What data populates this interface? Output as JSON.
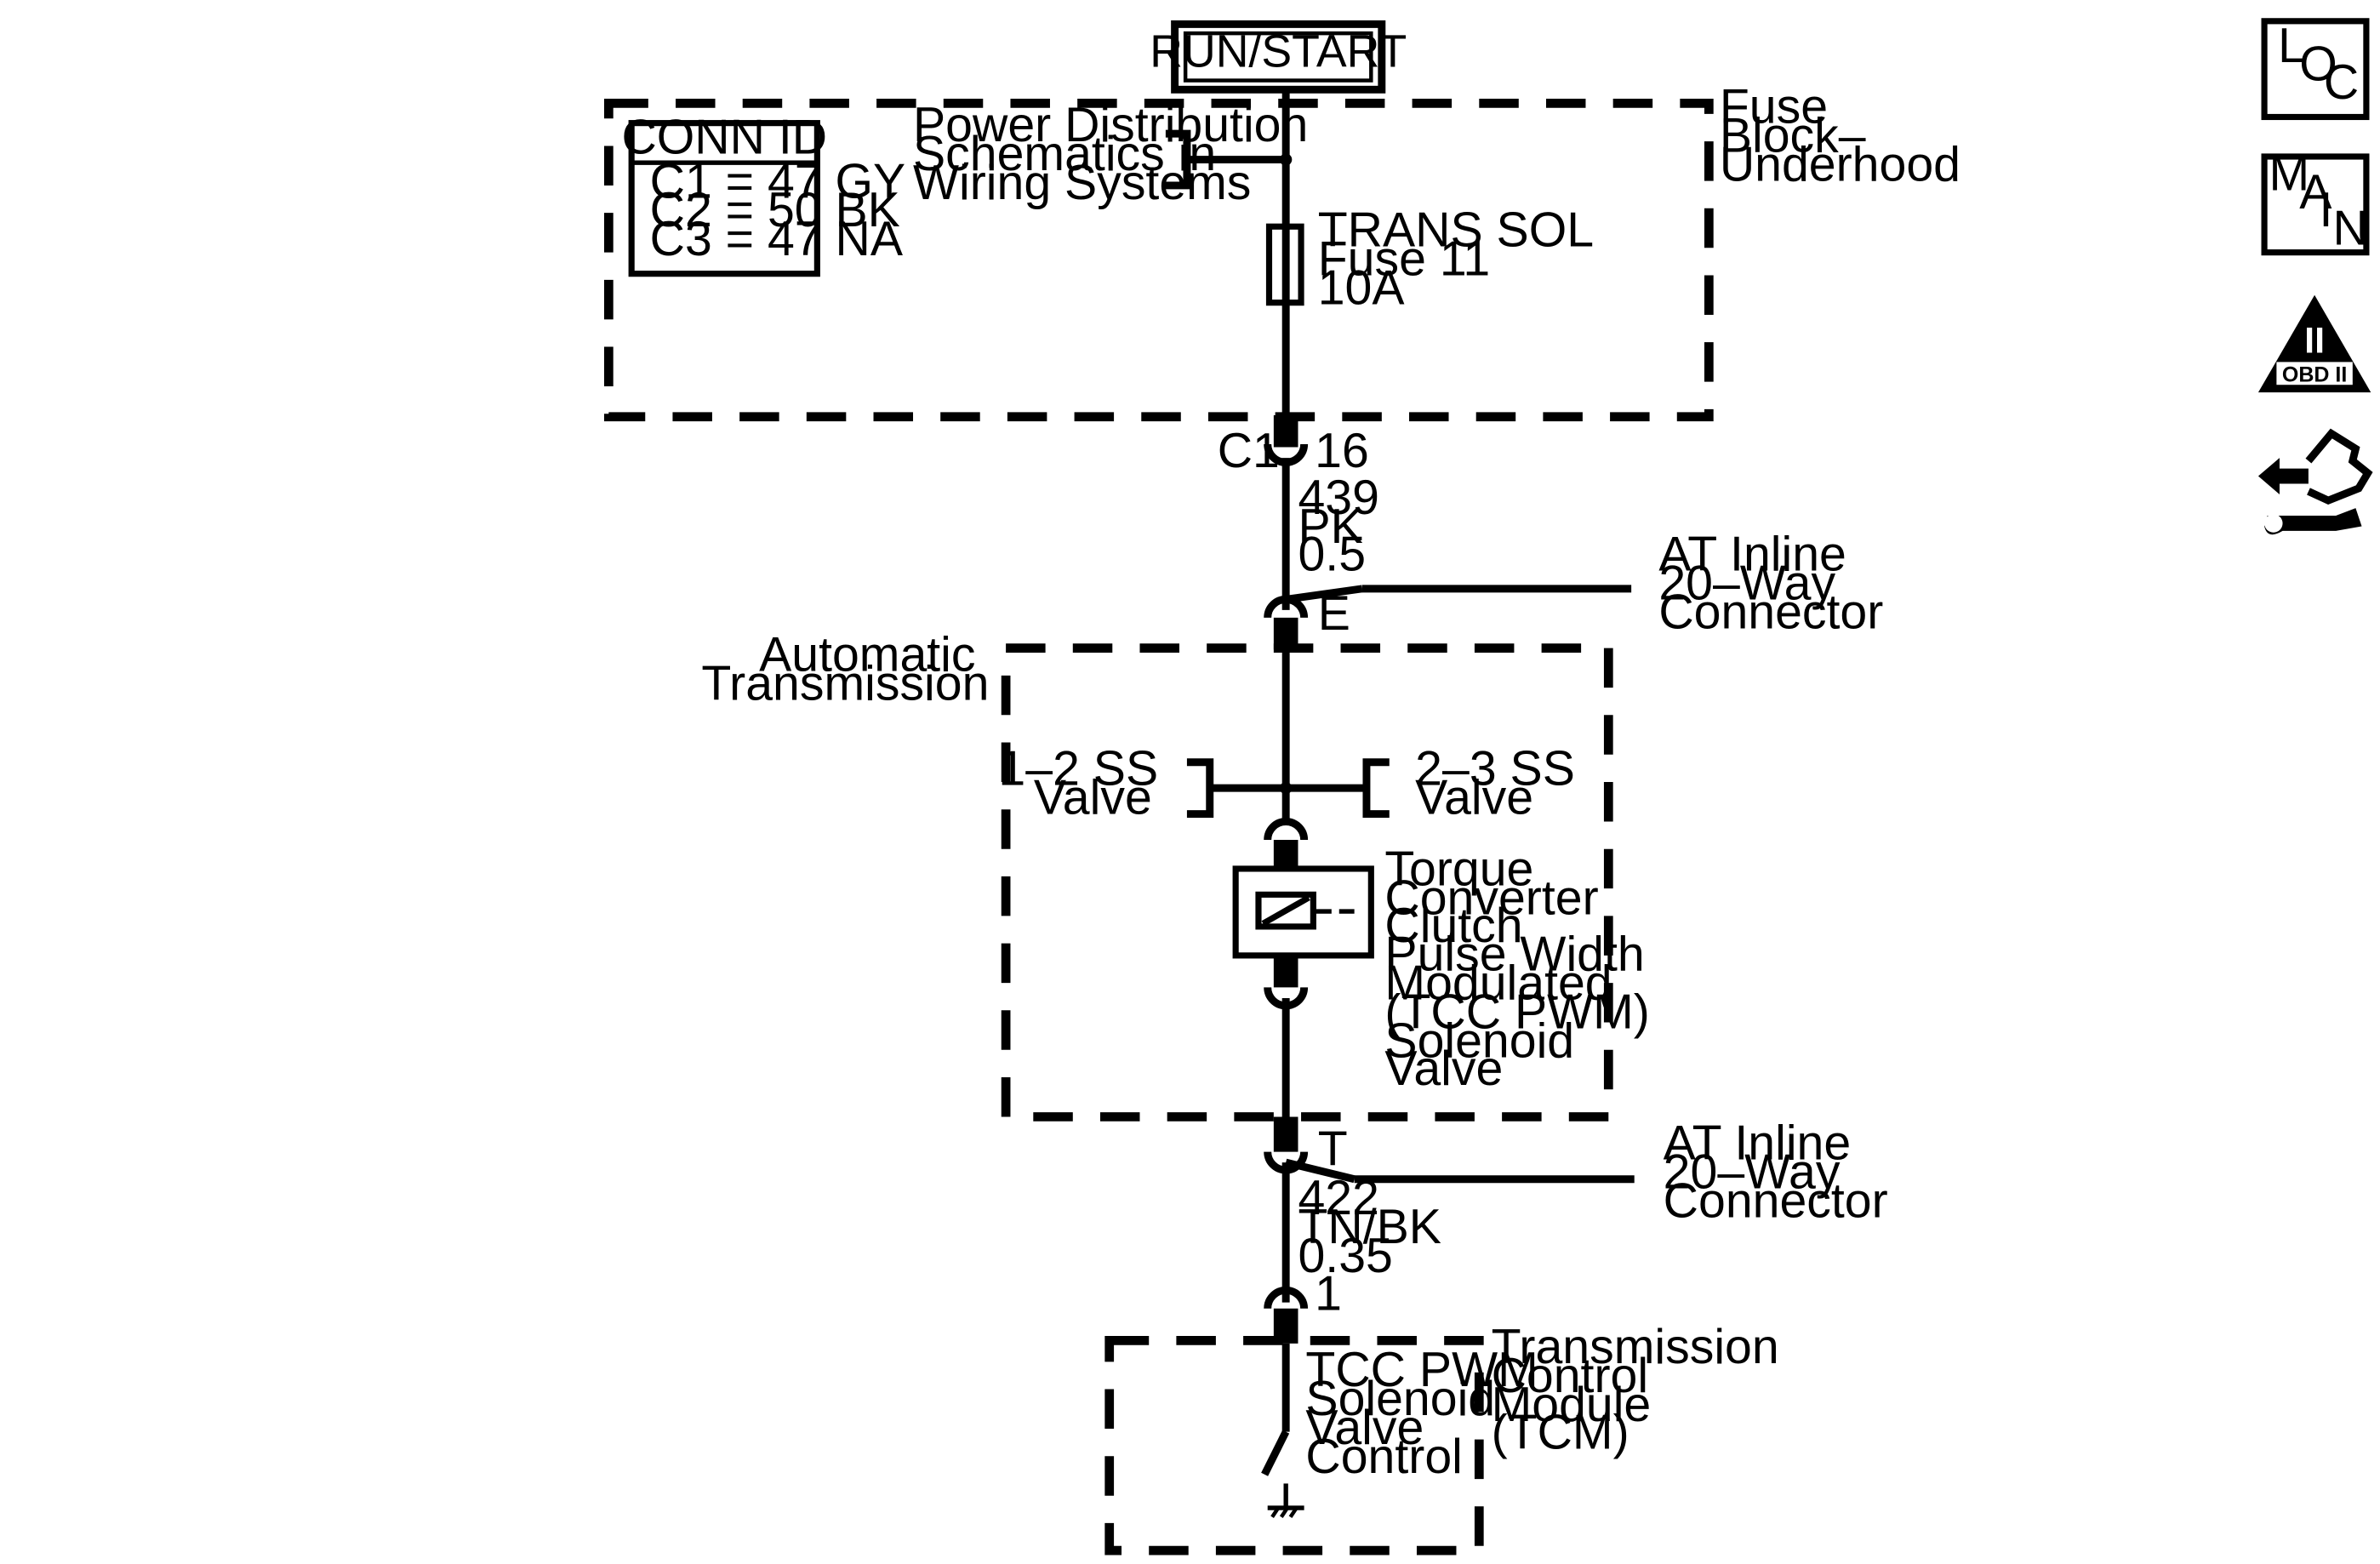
{
  "power_source": "RUN/START",
  "conn_id": {
    "title": "CONN ID",
    "rows": [
      "C1 = 47 GY",
      "C2 = 50 BK",
      "C3 = 47 NA"
    ]
  },
  "fuse_block": {
    "label": [
      "Fuse",
      "Block–",
      "Underhood"
    ],
    "power_distribution": [
      "Power Distribution",
      "Schematics in",
      "Wiring Systems"
    ],
    "fuse": [
      "TRANS SOL",
      "Fuse 11",
      "10A"
    ]
  },
  "connector_c1": {
    "name": "C1",
    "pin": "16"
  },
  "wire_439": [
    "439",
    "PK",
    "0.5"
  ],
  "inline_connector_top": {
    "pin": "E",
    "label": [
      "AT Inline",
      "20–Way",
      "Connector"
    ]
  },
  "automatic_transmission": {
    "label": [
      "Automatic",
      "Transmission"
    ],
    "valve_left": [
      "1–2 SS",
      "Valve"
    ],
    "valve_right": [
      "2–3 SS",
      "Valve"
    ],
    "solenoid": [
      "Torque",
      "Converter",
      "Clutch",
      "Pulse Width",
      "Modulated",
      "(TCC PWM)",
      "Solenoid",
      "Valve"
    ]
  },
  "inline_connector_bottom": {
    "pin": "T",
    "label": [
      "AT Inline",
      "20–Way",
      "Connector"
    ]
  },
  "wire_422": [
    "422",
    "TN/BK",
    "0.35"
  ],
  "tcm_pin": "1",
  "tcm": {
    "label": [
      "Transmission",
      "Control",
      "Module",
      "(TCM)"
    ],
    "control": [
      "TCC PWM",
      "Solenoid",
      "Valve",
      "Control"
    ]
  },
  "nav": {
    "loc": [
      "L",
      "O",
      "C"
    ],
    "main": [
      "M",
      "A",
      "I",
      "N"
    ],
    "obd": {
      "numeral": "II",
      "text": "OBD II"
    }
  }
}
